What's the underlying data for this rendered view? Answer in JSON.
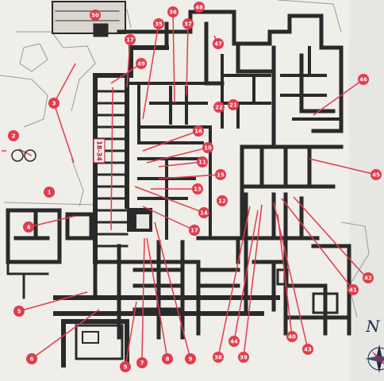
{
  "map": {
    "room_label": "18-34",
    "compass_letter": "N",
    "marker_color": "#e23c4e",
    "wall_color": "#2a2a2a",
    "markers": [
      {
        "label": "50"
      },
      {
        "label": "48"
      },
      {
        "label": "36"
      },
      {
        "label": "37"
      },
      {
        "label": "35"
      },
      {
        "label": "47"
      },
      {
        "label": "17"
      },
      {
        "label": "49"
      },
      {
        "label": "3"
      },
      {
        "label": "46"
      },
      {
        "label": "22"
      },
      {
        "label": "21"
      },
      {
        "label": "2"
      },
      {
        "label": "16"
      },
      {
        "label": "10"
      },
      {
        "label": "11"
      },
      {
        "label": "15"
      },
      {
        "label": "1"
      },
      {
        "label": "13"
      },
      {
        "label": "12"
      },
      {
        "label": "45"
      },
      {
        "label": "14"
      },
      {
        "label": "17"
      },
      {
        "label": "4"
      },
      {
        "label": "42"
      },
      {
        "label": "41"
      },
      {
        "label": "5"
      },
      {
        "label": "6"
      },
      {
        "label": "5"
      },
      {
        "label": "7"
      },
      {
        "label": "8"
      },
      {
        "label": "9"
      },
      {
        "label": "38"
      },
      {
        "label": "44"
      },
      {
        "label": "39"
      },
      {
        "label": "40"
      },
      {
        "label": "43"
      }
    ]
  }
}
